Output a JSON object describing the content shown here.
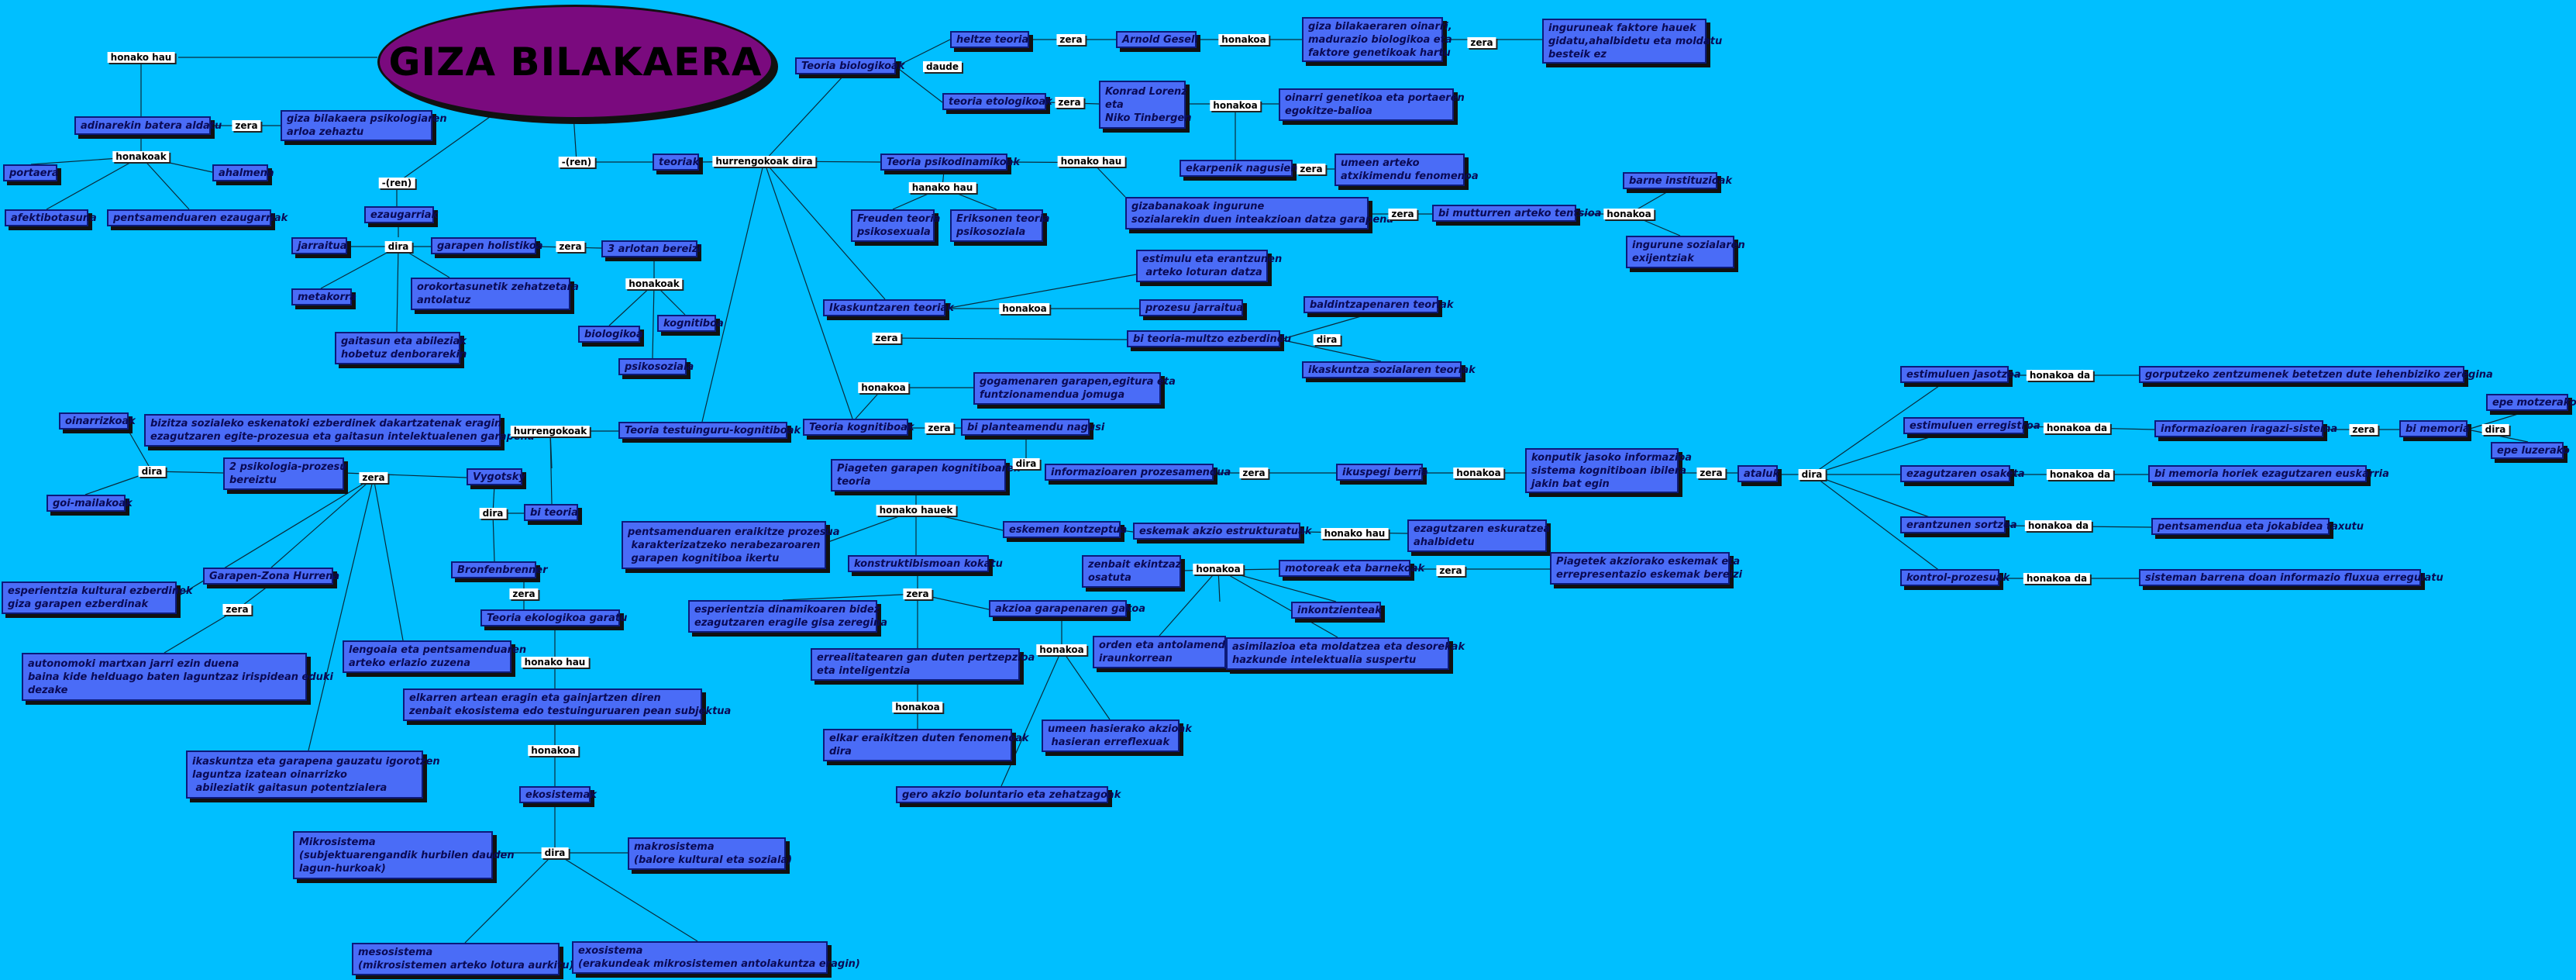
{
  "title": "GIZA BILAKAERA",
  "nodes": {
    "adinarekin": "adinarekin batera aldatu",
    "psikologiaren_arloa": "giza bilakaera psikologiaren\narloa zehaztu",
    "portaera": "portaera",
    "ahalmena": "ahalmena",
    "afektibotasuna": "afektibotasuna",
    "pentsamendua": "pentsamenduaren ezaugarriak",
    "ezaugarriak": "ezaugarriak",
    "jarraitua": "jarraitua",
    "garapen_holistikoa": "garapen holistikoa",
    "hiru_arlotan": "3 arlotan bereizi",
    "metakorra": "metakorra",
    "orokortasunetik": "orokortasunetik zehatzetara\nantolatuz",
    "biologikoa": "biologikoa",
    "kognitiboa": "kognitiboa",
    "psikosoziala": "psikosoziala",
    "gaitasun": "gaitasun eta abileziak\nhobetuz denborarekin",
    "teoriak": "teoriak",
    "teoria_biologikoak": "Teoria biologikoak",
    "heltze_teoria": "heltze teoria",
    "arnold_gesell": "Arnold Gesell",
    "giza_bilakaeraren_oinarri": "giza bilakaeraren oinarri,\nmadurazio biologikoa eta\nfaktore genetikoak hartu",
    "inguruneak": "inguruneak faktore hauek\ngidatu,ahalbidetu eta moldatu\nbesteik ez",
    "teoria_etologikoak": "teoria etologikoak",
    "konrad": "Konrad Lorenz\neta\nNiko Tinbergen",
    "oinarri_genetikoa": "oinarri genetikoa eta portaeren\negokitze-balioa",
    "ekarpenik": "ekarpenik nagusiena",
    "umeen_arteko": "umeen arteko\natxikimendu fenomenoa",
    "teoria_psikodinamikoak": "Teoria psikodinamikoak",
    "freuden": "Freuden teoria\npsikosexuala",
    "eriksonen": "Eriksonen teoria\npsikosoziala",
    "gizabanakoak": "gizabanakoak ingurune\nsozialarekin duen inteakzioan datza garapena",
    "bi_mutur": "bi mutturren arteko tentsioa",
    "barne": "barne instituzioak",
    "ingurune_soziala": "ingurune sozialaren\nexijentziak",
    "ikaskuntzaren": "Ikaskuntzaren teoriak",
    "estimulu": "estimulu eta erantzunen\n arteko loturan datza",
    "prozesu": "prozesu jarraitua",
    "bi_teoria": "bi teoria-multzo ezberdindu",
    "baldintzapenaren": "baldintzapenaren teoriak",
    "ikaskuntza_sozialaren": "ikaskuntza sozialaren teoriak",
    "teoria_kognitiboak": "Teoria kognitiboak",
    "gogamenaren": "gogamenaren garapen,egitura eta\nfuntzionamendua jomuga",
    "bi_planteamendu": "bi planteamendu nagusi",
    "informazioaren": "informazioaren prozesamendua",
    "ikuspegi": "ikuspegi berria",
    "konputik": "konputik jasoko informazioa\nsistema kognitiboan ibilera\njakin bat egin",
    "ataluk": "ataluk",
    "estimuluen_jasotzea": "estimuluen jasotzea",
    "estimuluen_erregistroa": "estimuluen erregistroa",
    "ezagutzaren_osaketa": "ezagutzaren osaketa",
    "erantzunen_sortzea": "erantzunen sortzea",
    "kontrol_prozesuak": "kontrol-prozesuak",
    "gorputzeko": "gorputzeko zentzumenek betetzen dute lehenbiziko zeregina",
    "informazioaren_iragazi": "informazioaren iragazi-sistema",
    "bi_memoria": "bi memoria",
    "epe_motzerako": "epe motzerako",
    "epe_luzerako": "epe luzerako",
    "bi_memoria_horiek": "bi memoria horiek ezagutzaren euskarria",
    "pentsamendua_jokabidea": "pentsamendua eta jokabidea taxutu",
    "sisteman_barrena": "sisteman barrena doan informazio fluxua erregulatu",
    "piageten": "Piageten garapen kognitiboaren\nteoria",
    "pentsamenduaren_eraikitze": "pentsamenduaren eraikitze prozesua\n karakterizatzeko nerabezaroaren\n garapen kognitiboa ikertu",
    "konstruktibismoan": "konstruktibismoan kokatu",
    "eskemen_kontzeptua": "eskemen kontzeptua",
    "eskemak_akzio": "eskemak akzio estrukturatuak",
    "ezagutzaren_eskuratzea": "ezagutzaren eskuratzea\nahalbidetu",
    "esperientzia_dinamikoaren": "esperientzia dinamikoaren bidez\nezagutzaren eragile gisa zeregina",
    "akzioa_garapenaren": "akzioa garapenaren gakoa",
    "errealitatearen": "errealitatearen gan duten pertzepzioa\neta inteligentzia",
    "elkar_eraikitzen": "elkar eraikitzen duten fenomenoak\ndira",
    "umeen_hasierako": "umeen hasierako akzioak\n hasieran erreflexuak",
    "gero_akzio": "gero akzio boluntario eta zehatzagoak",
    "zenbait_ekintzaz": "zenbait ekintzaz\nosatuta",
    "motoreak": "motoreak eta barnekoak",
    "piagetek": "Piagetek akziorako eskemak eta\nerrepresentazio eskemak bereizi",
    "inkontzienteak": "inkontzienteak",
    "orden_eta": "orden eta antolamendu\niraunkorrean",
    "asimilazioa": "asimilazioa eta moldatzea eta desorekak\nhazkunde intelektualia suspertu",
    "teoria_testuinguru": "Teoria testuinguru-kognitiboak",
    "bizitza_sozialeko": "bizitza sozialeko eskenatoki ezberdinek dakartzatenak eragin\nezagutzaren egite-prozesua eta gaitasun intelektualenen garapena",
    "oinarrizkoak": "oinarrizkoak",
    "goi_mailakoak": "goi-mailakoak",
    "bi_psikologia": "2 psikologia-prozesu\nbereiztu",
    "vygotsky": "Vygotsky",
    "bi_teoria_2": "bi teoria",
    "bronfenbrenner": "Bronfenbrenner",
    "teoria_ekologikoa": "Teoria ekologikoa garatu",
    "esperientzia_kultural": "esperientzia kultural ezberdinek\ngiza garapen ezberdinak",
    "garapen_zona": "Garapen-Zona Hurrena",
    "autonomoki": "autonomoki martxan jarri ezin duena\nbaina kide helduago baten laguntzaz irispidean eduki\ndezake",
    "lengoaia": "lengoaia eta pentsamenduaren\narteko erlazio zuzena",
    "ikaskuntza_eta_garapena": "ikaskuntza eta garapena gauzatu igorotzen\nlaguntza izatean oinarrizko\n abileziatik gaitasun potentzialera",
    "elkarren_artean": "elkarren artean eragin eta gainjartzen diren\nzenbait ekosistema edo testuinguruaren pean subjektua",
    "ekosistemak": "ekosistemak",
    "mikrosistema": "Mikrosistema\n(subjektuarengandik hurbilen dauden\nlagun-hurkoak)",
    "makrosistema": "makrosistema\n(balore kultural eta soziala)",
    "mesosistema": "mesosistema\n(mikrosistemen arteko lotura aurkitu)",
    "exosistema": "exosistema\n(erakundeak mikrosistemen antolakuntza eragin)"
  },
  "links": {
    "honako_hau_title": "honako hau",
    "zera_adinarekin": "zera",
    "honakoak_ezaug": "honakoak",
    "ren": "-(ren)",
    "ren2": "-(ren)",
    "dira_ezaug": "dira",
    "zera_holistikoa": "zera",
    "honakoak_arlo": "honakoak",
    "hurrengo": "hurrengokoak dira",
    "daude": "daude",
    "zera_heltze": "zera",
    "honakoa_gesell": "honakoa",
    "zera_oinarri": "zera",
    "zera_etologikoak": "zera",
    "honakoa_konrad": "honakoa",
    "zera_ekarpenik": "zera",
    "honako_hau_psiko": "honako hau",
    "hanako_hau_psiko": "hanako hau",
    "zera_gizabanakoak": "zera",
    "honakoa_mutur": "honakoa",
    "honakoa_ikask": "honakoa",
    "zera_ikask": "zera",
    "dira_bi_teoria": "dira",
    "honakoa_kognitibo": "honakoa",
    "zera_kognitibo": "zera",
    "dira_planteamendu": "dira",
    "zera_informazio": "zera",
    "honakoa_ikuspegi": "honakoa",
    "zera_konputik": "zera",
    "dira_ataluk": "dira",
    "honakoa_da_1": "honakoa da",
    "honakoa_da_2": "honakoa da",
    "honakoa_da_3": "honakoa da",
    "honakoa_da_4": "honakoa da",
    "honakoa_da_5": "honakoa da",
    "zera_iragazi": "zera",
    "dira_memoria": "dira",
    "honako_hauek": "honako hauek",
    "zera_konstrukt": "zera",
    "honako_hau_eskemak": "honako hau",
    "honakoa_errealitate": "honakoa",
    "honakoa_akzioa": "honakoa",
    "honakoa_zenbait": "honakoa",
    "zera_motoreak": "zera",
    "hurrengoak": "hurrengokoak",
    "dira_oinarrizkoak": "dira",
    "zera_vygotsky": "zera",
    "dira_vygotsky": "dira",
    "zera_garapen_zona": "zera",
    "zera_bronf": "zera",
    "honako_hau_ekolog": "honako hau",
    "honakoa_ekosist": "honakoa",
    "dira_ekosist": "dira"
  },
  "colors": {
    "background": "#00bfff",
    "node_fill": "#4a6cf7",
    "title_fill": "#7a0a7e"
  }
}
